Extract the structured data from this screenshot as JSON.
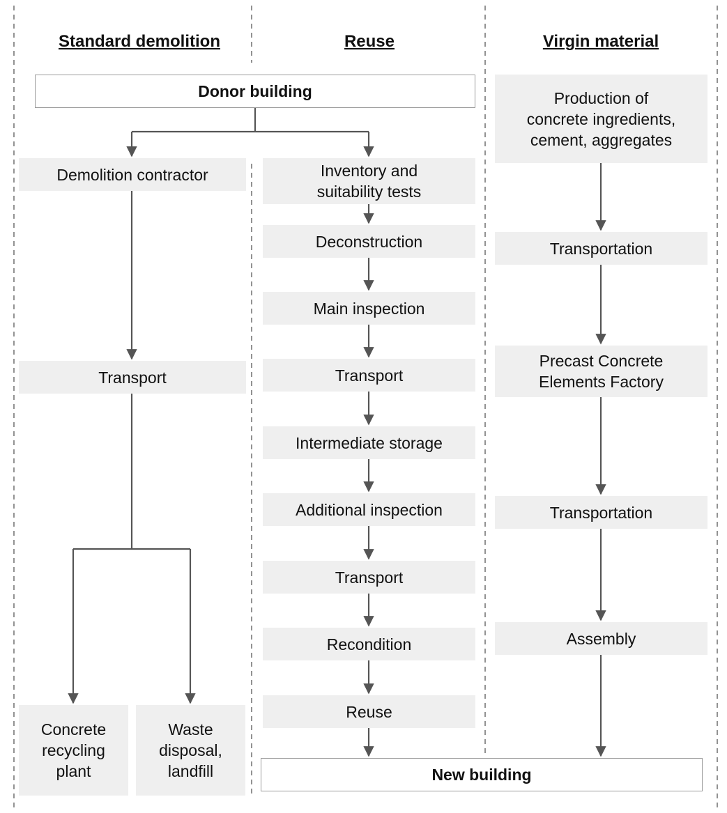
{
  "columns": {
    "standard_demolition": "Standard demolition",
    "reuse": "Reuse",
    "virgin_material": "Virgin material"
  },
  "nodes": {
    "donor_building": "Donor building",
    "new_building": "New building",
    "standard": {
      "demolition_contractor": "Demolition contractor",
      "transport": "Transport",
      "concrete_recycling_plant": "Concrete\nrecycling\nplant",
      "waste_disposal": "Waste\ndisposal,\nlandfill"
    },
    "reuse": {
      "inventory": "Inventory and\nsuitability tests",
      "deconstruction": "Deconstruction",
      "main_inspection": "Main inspection",
      "transport_1": "Transport",
      "intermediate_storage": "Intermediate storage",
      "additional_inspection": "Additional inspection",
      "transport_2": "Transport",
      "recondition": "Recondition",
      "reuse": "Reuse"
    },
    "virgin": {
      "production": "Production of\nconcrete ingredients,\ncement, aggregates",
      "transportation_1": "Transportation",
      "precast_factory": "Precast Concrete\nElements Factory",
      "transportation_2": "Transportation",
      "assembly": "Assembly"
    }
  },
  "colors": {
    "line": "#555555",
    "divider": "#777777",
    "box_fill": "#efefef",
    "box_border": "#9a9a9a"
  }
}
